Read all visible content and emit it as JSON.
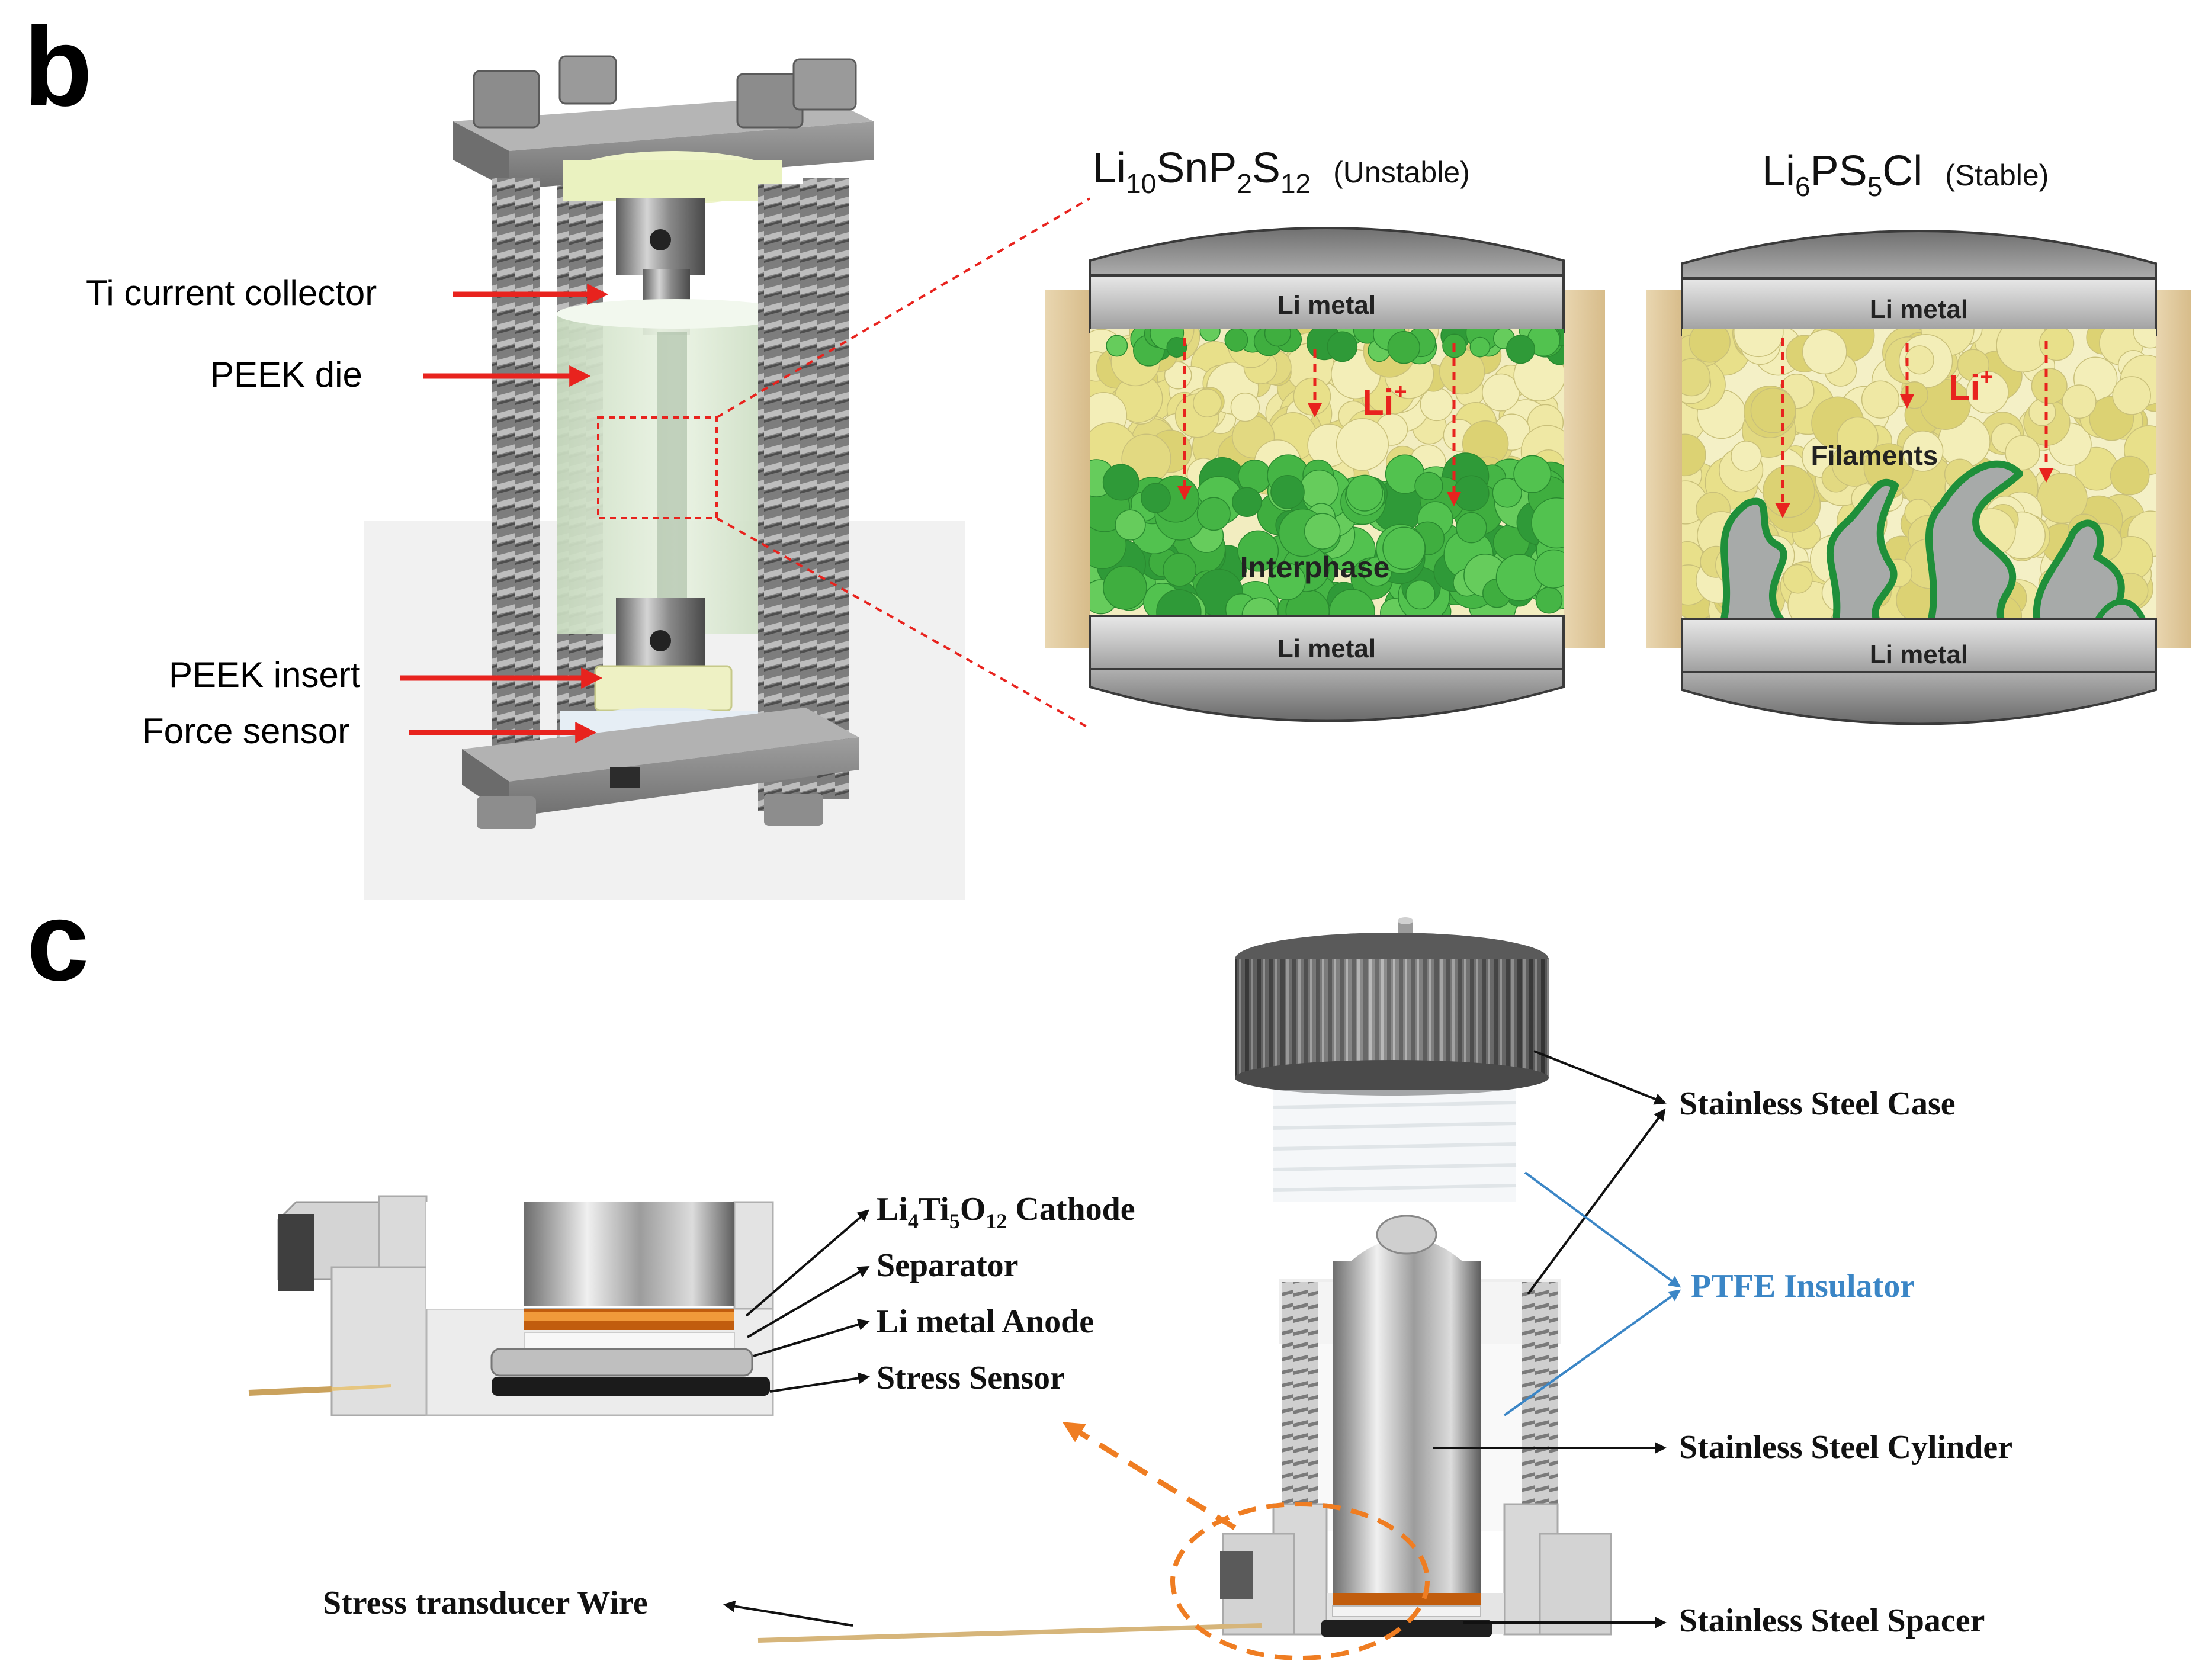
{
  "panel_b": {
    "letter": "b",
    "press_labels": {
      "ti_collector": "Ti current collector",
      "peek_die": "PEEK die",
      "peek_insert": "PEEK insert",
      "force_sensor": "Force sensor"
    },
    "cell_unstable": {
      "formula_parts": [
        "Li",
        "10",
        "SnP",
        "2",
        "S",
        "12"
      ],
      "qualifier": "(Unstable)",
      "top_electrode": "Li metal",
      "bottom_electrode": "Li metal",
      "ion_base": "Li",
      "ion_charge": "+",
      "region_label": "Interphase"
    },
    "cell_stable": {
      "formula_parts": [
        "Li",
        "6",
        "PS",
        "5",
        "Cl"
      ],
      "qualifier": "(Stable)",
      "top_electrode": "Li metal",
      "bottom_electrode": "Li metal",
      "ion_base": "Li",
      "ion_charge": "+",
      "region_label": "Filaments"
    }
  },
  "panel_c": {
    "letter": "c",
    "cathode_parts": [
      "Li",
      "4",
      "Ti",
      "5",
      "O",
      "12",
      " Cathode"
    ],
    "labels": {
      "separator": "Separator",
      "anode": "Li metal Anode",
      "stress_sensor": "Stress Sensor",
      "case": "Stainless Steel Case",
      "insulator": "PTFE Insulator",
      "cylinder": "Stainless Steel Cylinder",
      "spacer": "Stainless Steel Spacer",
      "wire": "Stress transducer Wire"
    }
  },
  "colors": {
    "arrow_red": "#e8231e",
    "interphase_green": "#3fae3f",
    "electrolyte_yellow": "#e6df85",
    "insulator_blue": "#3b86c6",
    "callout_orange": "#ef7d22",
    "steel_gray": "#9a9a9a"
  }
}
